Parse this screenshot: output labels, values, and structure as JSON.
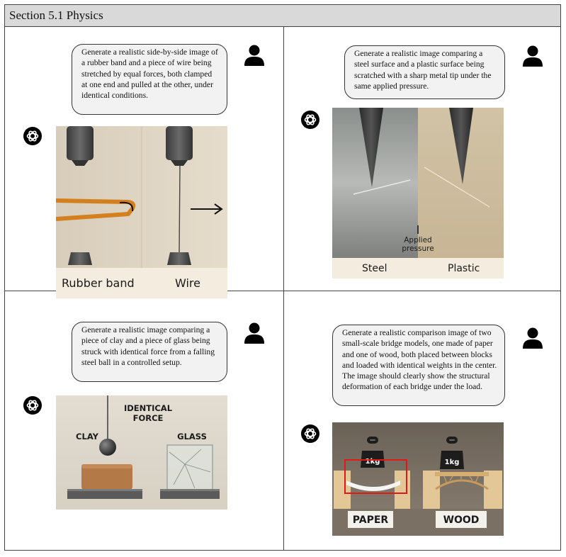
{
  "section_title": "Section 5.1 Physics",
  "panels": [
    {
      "prompt": "Generate a realistic side-by-side image of a rubber band and a piece of wire being stretched by equal forces, both clamped at one end and pulled at the other, under identical conditions.",
      "labels": {
        "left": "Rubber band",
        "right": "Wire"
      }
    },
    {
      "prompt": "Generate a realistic image comparing a steel surface and a plastic surface being scratched with a sharp metal tip under the same applied pressure.",
      "labels": {
        "left": "Steel",
        "right": "Plastic",
        "annotation_line1": "Applied",
        "annotation_line2": "pressure"
      }
    },
    {
      "prompt": "Generate a realistic image comparing a piece of clay and a piece of glass being struck with identical force from a falling steel ball in a controlled setup.",
      "labels": {
        "title_line1": "IDENTICAL",
        "title_line2": "FORCE",
        "left": "CLAY",
        "right": "GLASS"
      }
    },
    {
      "prompt": "Generate a realistic comparison image of two small-scale bridge models, one made of paper and one of wood, both placed between blocks and loaded with identical weights in the center. The image should clearly show the structural deformation of each bridge under the load.",
      "labels": {
        "weight_left": "1kg",
        "weight_right": "1kg",
        "left": "PAPER",
        "right": "WOOD"
      }
    }
  ],
  "colors": {
    "header_bg": "#d9d9d9",
    "bubble_bg": "#f2f2f2",
    "highlight_box": "#e01818"
  }
}
